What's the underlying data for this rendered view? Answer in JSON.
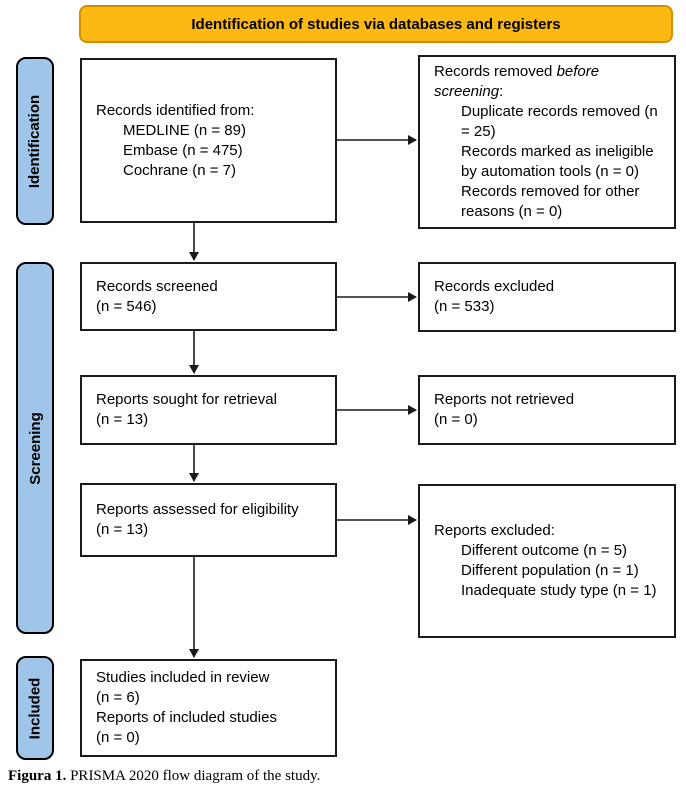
{
  "banner": {
    "label": "Identification of studies via databases and registers"
  },
  "stages": {
    "identification": "Identification",
    "screening": "Screening",
    "included": "Included"
  },
  "boxes": {
    "identified": {
      "title": "Records identified from:",
      "items": [
        "MEDLINE (n = 89)",
        "Embase (n = 475)",
        "Cochrane (n = 7)"
      ]
    },
    "removed": {
      "title_pre": "Records removed ",
      "title_italic": "before screening",
      "title_post": ":",
      "items": [
        "Duplicate records removed (n = 25)",
        "Records marked as ineligible by automation tools (n = 0)",
        "Records removed for other reasons (n = 0)"
      ]
    },
    "screened": {
      "lines": [
        "Records screened",
        "(n = 546)"
      ]
    },
    "excluded": {
      "lines": [
        "Records excluded",
        "(n = 533)"
      ]
    },
    "sought": {
      "lines": [
        "Reports sought for retrieval",
        "(n = 13)"
      ]
    },
    "not_retrieved": {
      "lines": [
        "Reports not retrieved",
        "(n = 0)"
      ]
    },
    "assessed": {
      "lines": [
        "Reports assessed for eligibility",
        "(n = 13)"
      ]
    },
    "reports_excluded": {
      "title": "Reports excluded:",
      "items": [
        "Different outcome (n = 5)",
        "Different population (n = 1)",
        "Inadequate study type (n = 1)"
      ]
    },
    "included_box": {
      "lines": [
        "Studies included in review",
        "(n = 6)",
        "Reports of included studies",
        "(n = 0)"
      ]
    }
  },
  "caption": {
    "bold": "Figura 1.",
    "text": " PRISMA 2020 flow diagram of the study."
  },
  "colors": {
    "banner_fill": "#fbb912",
    "banner_border": "#cf9000",
    "stage_fill": "#9fc5e8",
    "line": "#1a1a1a"
  }
}
